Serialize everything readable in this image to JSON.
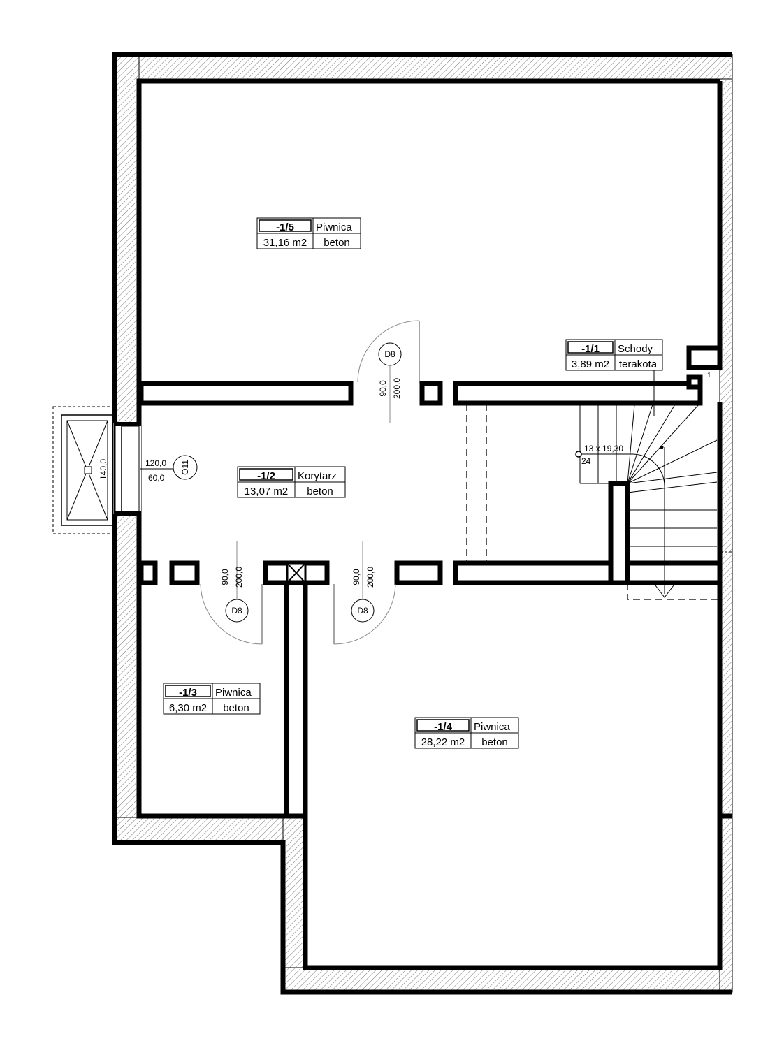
{
  "rooms": [
    {
      "id": "-1/5",
      "name": "Piwnica",
      "area": "31,16 m2",
      "floor": "beton"
    },
    {
      "id": "-1/1",
      "name": "Schody",
      "area": "3,89 m2",
      "floor": "terakota"
    },
    {
      "id": "-1/2",
      "name": "Korytarz",
      "area": "13,07 m2",
      "floor": "beton"
    },
    {
      "id": "-1/3",
      "name": "Piwnica",
      "area": "6,30 m2",
      "floor": "beton"
    },
    {
      "id": "-1/4",
      "name": "Piwnica",
      "area": "28,22 m2",
      "floor": "beton"
    }
  ],
  "doors": [
    {
      "tag": "D8",
      "width": "90,0",
      "height": "200,0"
    },
    {
      "tag": "D8",
      "width": "90,0",
      "height": "200,0"
    },
    {
      "tag": "D8",
      "width": "90,0",
      "height": "200,0"
    }
  ],
  "window": {
    "tag": "O11",
    "width": "120,0",
    "sill": "60,0",
    "height": "140,0"
  },
  "stairs": {
    "spec": "13 x 19,30",
    "tread": "24",
    "step_start": "1"
  }
}
